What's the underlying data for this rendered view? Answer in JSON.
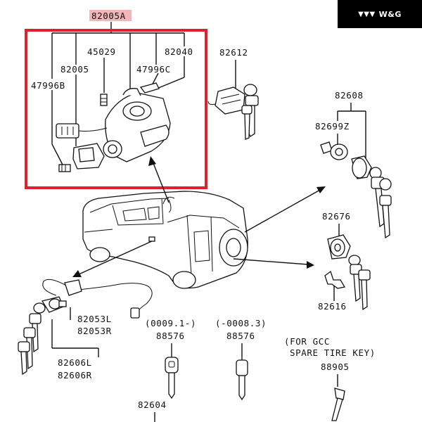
{
  "brand": {
    "logo_glyph": "▼▼▼",
    "text": "W&G",
    "color": "#000000"
  },
  "highlight": {
    "part": "82005A",
    "color": "#e0202a"
  },
  "labels": {
    "kit": "82005A",
    "p45029": "45029",
    "p82040": "82040",
    "p82005": "82005",
    "p47996c": "47996C",
    "p47996b": "47996B",
    "p82612": "82612",
    "p82608": "82608",
    "p82699z": "82699Z",
    "p82676": "82676",
    "p82616": "82616",
    "p82053l": "82053L",
    "p82053r": "82053R",
    "p82606l": "82606L",
    "p82606r": "82606R",
    "date1": "(0009.1-)",
    "date2": "(-0008.3)",
    "p88576a": "88576",
    "p88576b": "88576",
    "gcc1": "(FOR GCC",
    "gcc2": "SPARE TIRE KEY)",
    "p88905": "88905",
    "p82604": "82604"
  }
}
